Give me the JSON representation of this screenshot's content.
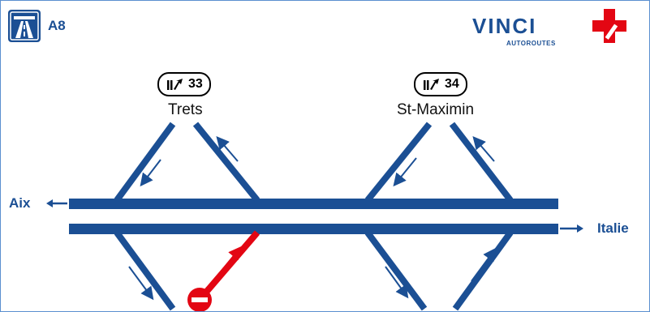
{
  "header": {
    "motorway_icon": "motorway-icon",
    "road_name": "A8"
  },
  "brand": {
    "name": "VINCI",
    "sub": "AUTOROUTES",
    "mark_colors": [
      "#e30613"
    ]
  },
  "exits": [
    {
      "number": "33",
      "town": "Trets",
      "icon": "exit-arrow-icon"
    },
    {
      "number": "34",
      "town": "St-Maximin",
      "icon": "exit-arrow-icon"
    }
  ],
  "directions": {
    "west": "Aix",
    "east": "Italie"
  },
  "colors": {
    "road": "#1b4f94",
    "closed": "#e30613",
    "border": "#5b8fd0"
  },
  "status": {
    "closed_ramp": "no-entry-icon"
  }
}
